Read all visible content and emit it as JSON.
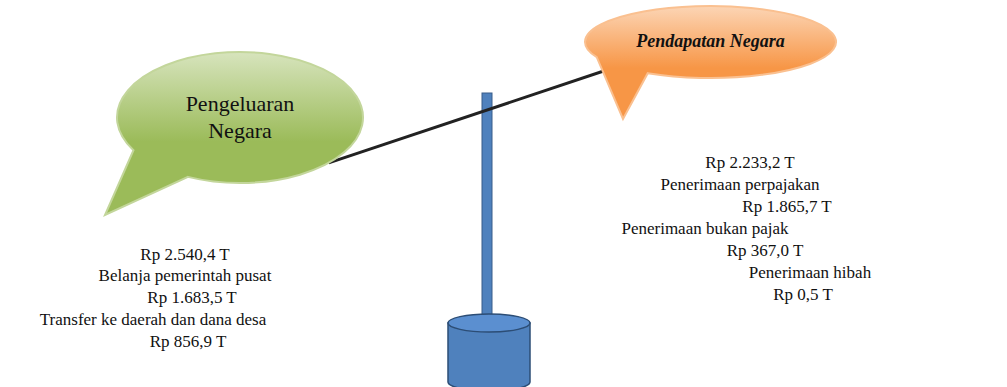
{
  "diagram": {
    "nodes": [
      {
        "text": [
          "Pengeluaran Negara"
        ]
      },
      {
        "text": [
          "Pendapatan Negara"
        ]
      }
    ],
    "edges": [
      {
        "from": 0,
        "to": 1,
        "arrow": "none"
      }
    ],
    "labels": [
      "Rp 2.540,4 T",
      "Belanja pemerintah pusat",
      "Rp 1.683,5 T",
      "Transfer ke daerah dan dana desa",
      "Rp 856,9 T",
      "Rp 2.233,2 T",
      "Penerimaan perpajakan",
      "Rp 1.865,7 T",
      "Penerimaan bukan pajak",
      "Rp 367,0 T",
      "Penerimaan hibah",
      "Rp 0,5 T"
    ]
  }
}
